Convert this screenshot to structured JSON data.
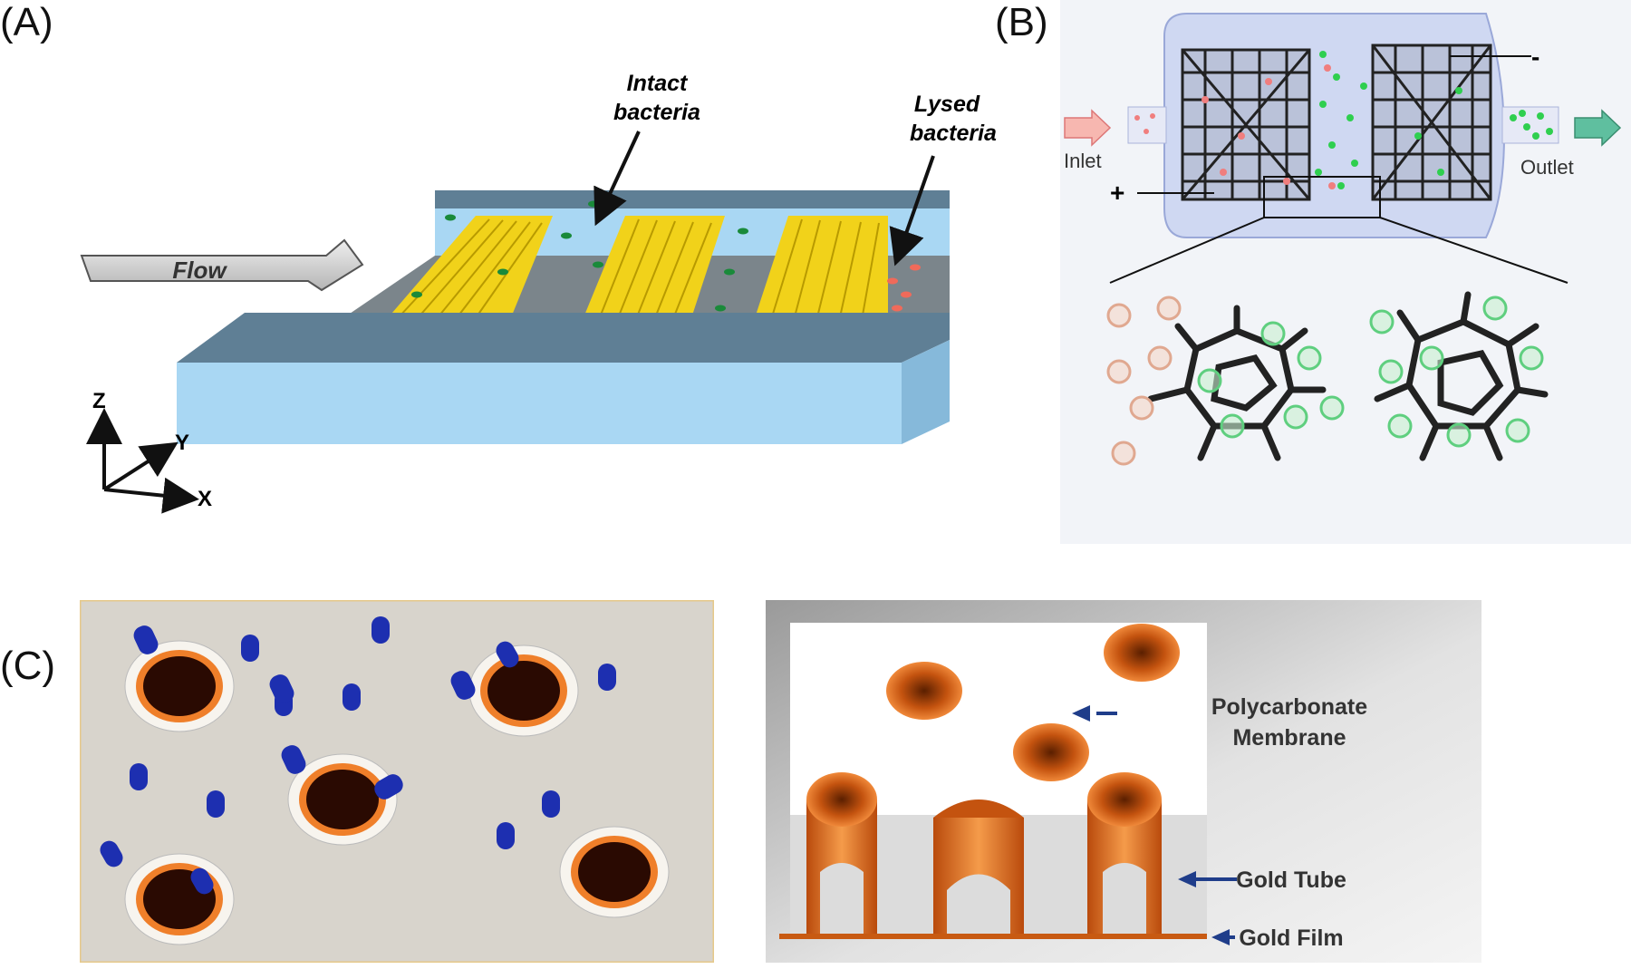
{
  "panels": {
    "a": {
      "label": "(A)",
      "flow": "Flow",
      "intact_line1": "Intact",
      "intact_line2": "bacteria",
      "lysed_line1": "Lysed",
      "lysed_line2": "bacteria",
      "axis_z": "Z",
      "axis_y": "Y",
      "axis_x": "X"
    },
    "b": {
      "label": "(B)",
      "inlet": "Inlet",
      "outlet": "Outlet",
      "plus": "+",
      "minus": "-"
    },
    "c": {
      "label": "(C)",
      "polycarbonate_line1": "Polycarbonate",
      "polycarbonate_line2": "Membrane",
      "gold_tube": "Gold Tube",
      "gold_film": "Gold Film"
    }
  },
  "colors": {
    "channel_wall": "#a9d7f3",
    "channel_top": "#5f7f95",
    "channel_floor": "#7b858b",
    "electrode_yellow": "#f1d21a",
    "intact_green": "#1a8a3a",
    "lysed_red": "#f06a5a",
    "pore_orange": "#d9661a",
    "bacteria_blue": "#1d2fb0",
    "arrow_blue": "#1f3d8a"
  }
}
